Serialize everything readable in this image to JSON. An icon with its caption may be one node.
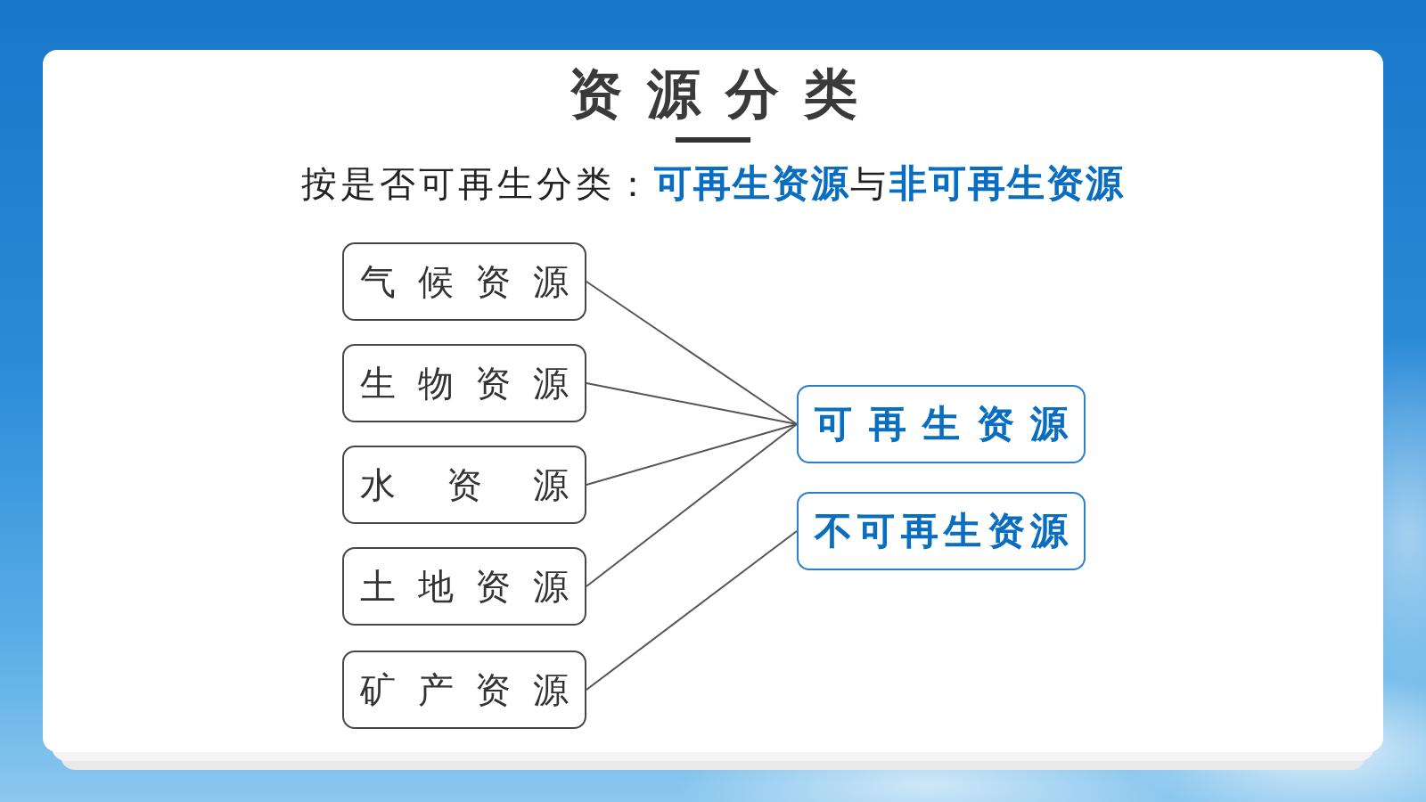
{
  "diagram": {
    "title": "资源分类",
    "nodes": [
      {
        "text": [
          "气候资源"
        ]
      },
      {
        "text": [
          "生物资源"
        ]
      },
      {
        "text": [
          "水资源"
        ]
      },
      {
        "text": [
          "土地资源"
        ]
      },
      {
        "text": [
          "矿产资源"
        ]
      },
      {
        "text": [
          "可再生资源"
        ]
      },
      {
        "text": [
          "不可再生资源"
        ]
      }
    ],
    "edges": [
      {
        "from": 0,
        "to": 5,
        "arrow": "none"
      },
      {
        "from": 1,
        "to": 5,
        "arrow": "none"
      },
      {
        "from": 2,
        "to": 5,
        "arrow": "none"
      },
      {
        "from": 3,
        "to": 5,
        "arrow": "none"
      },
      {
        "from": 4,
        "to": 6,
        "arrow": "none"
      }
    ],
    "labels": [
      "按是否可再生分类：**可再生资源**与**非可再生资源**"
    ]
  }
}
